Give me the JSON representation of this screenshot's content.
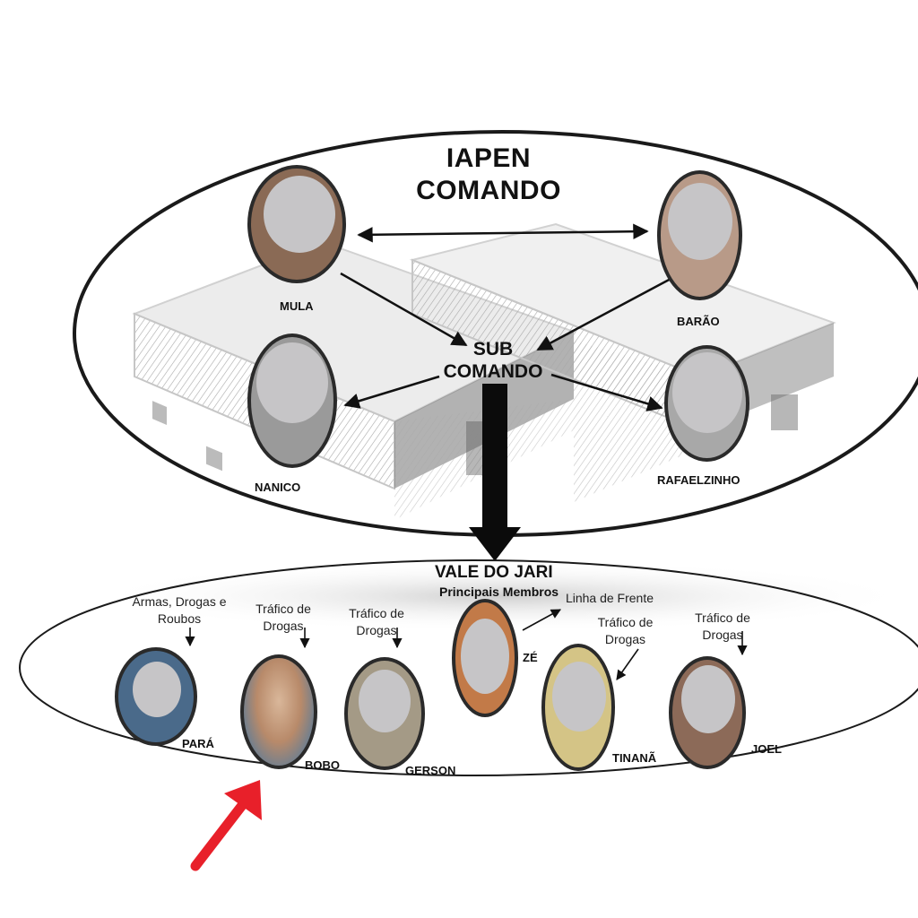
{
  "top": {
    "title_line1": "IAPEN",
    "title_line2": "COMANDO",
    "sub_line1": "SUB",
    "sub_line2": "COMANDO",
    "members": [
      {
        "name": "MULA"
      },
      {
        "name": "BARÃO"
      },
      {
        "name": "NANICO"
      },
      {
        "name": "RAFAELZINHO"
      }
    ]
  },
  "bottom": {
    "title": "VALE DO JARI",
    "subtitle": "Principais Membros",
    "members": [
      {
        "name": "PARÁ",
        "role": "Armas, Drogas e\nRoubos"
      },
      {
        "name": "BOBO",
        "role": "Tráfico de\nDrogas"
      },
      {
        "name": "GERSON",
        "role": "Tráfico de\nDrogas"
      },
      {
        "name": "ZÉ",
        "role": "Linha de Frente"
      },
      {
        "name": "TINANÃ",
        "role": "Tráfico de\nDrogas"
      },
      {
        "name": "JOEL",
        "role": "Tráfico de\nDrogas"
      }
    ]
  },
  "colors": {
    "ink": "#111111",
    "ellipse_stroke": "#1a1a1a",
    "building_gray": "#bdbdbd",
    "highlight_arrow": "#e8202a",
    "face_blur": "#c6c5c7"
  }
}
